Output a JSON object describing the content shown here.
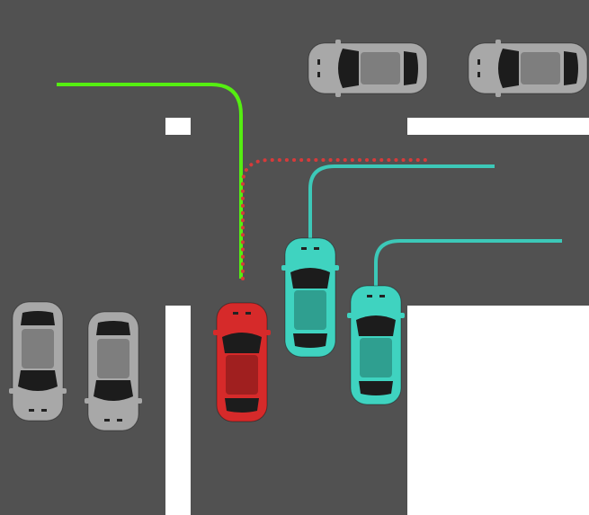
{
  "colors": {
    "road": "#515151",
    "marking": "#ffffff",
    "green_path": "#55ee11",
    "red_path": "#d63a3a",
    "teal_path": "#3cc8b8",
    "red_car": "#d62a2a",
    "teal_car": "#3fd3c0",
    "gray_car": "#a8a8a8"
  },
  "cars": [
    {
      "name": "parked-car-top-1",
      "color": "gray",
      "heading": "left"
    },
    {
      "name": "parked-car-top-2",
      "color": "gray",
      "heading": "left"
    },
    {
      "name": "parked-car-left-1",
      "color": "gray",
      "heading": "down"
    },
    {
      "name": "parked-car-left-2",
      "color": "gray",
      "heading": "down"
    },
    {
      "name": "red-car",
      "color": "red",
      "heading": "up"
    },
    {
      "name": "teal-car-1",
      "color": "teal",
      "heading": "up"
    },
    {
      "name": "teal-car-2",
      "color": "teal",
      "heading": "up"
    }
  ]
}
